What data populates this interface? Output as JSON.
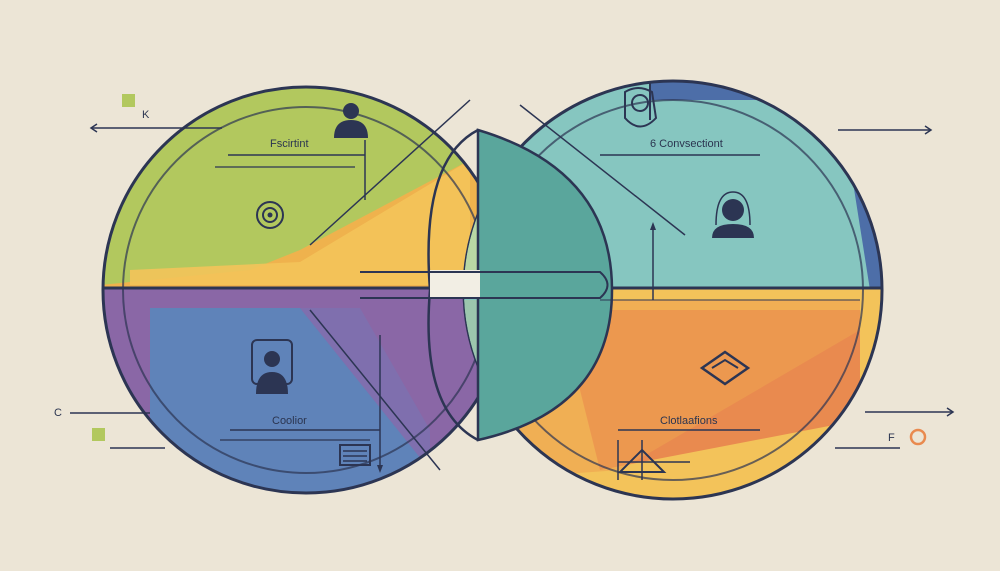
{
  "labels": {
    "top_left": "Fscirtint",
    "top_right": "6 Convsectiont",
    "bottom_left": "Coolior",
    "bottom_right": "Clotlaafions"
  },
  "side_marks": {
    "top_left_letters": "K",
    "left_middle": "C",
    "right_bottom": "F"
  },
  "colors": {
    "background": "#ece5d6",
    "outline": "#2c3553",
    "yellow_green": "#b2c85e",
    "orange_yellow": "#efb24d",
    "purple": "#8a67a6",
    "blue": "#5f83b9",
    "teal": "#86c6c0",
    "dark_teal": "#5aa69c",
    "navy_blue": "#4d6ea8",
    "orange": "#e98a4f",
    "yellow": "#f3c35a"
  },
  "icons": [
    "person-icon-top-left",
    "target-icon",
    "head-badge-icon",
    "person-icon-top-right",
    "person-card-icon",
    "list-icon",
    "diamond-icon",
    "triangle-icon",
    "circle-icon"
  ]
}
